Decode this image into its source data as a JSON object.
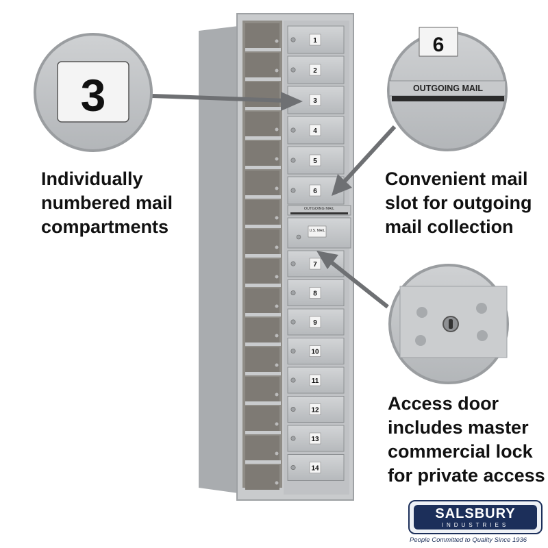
{
  "compartments": [
    "1",
    "2",
    "3",
    "4",
    "5",
    "6",
    "7",
    "8",
    "9",
    "10",
    "11",
    "12",
    "13",
    "14"
  ],
  "slot_label": "OUTGOING MAIL",
  "access_door_label": "U.S. MAIL",
  "callouts": {
    "numbered": {
      "zoom_label": "3",
      "caption": [
        "Individually",
        "numbered mail",
        "compartments"
      ]
    },
    "outgoing": {
      "zoom_number": "6",
      "zoom_label": "OUTGOING MAIL",
      "caption": [
        "Convenient mail",
        "slot for outgoing",
        "mail collection"
      ]
    },
    "access": {
      "caption": [
        "Access door",
        "includes master",
        "commercial lock",
        "for private access"
      ]
    }
  },
  "brand": {
    "name": "SALSBURY",
    "sub": "INDUSTRIES",
    "tagline": "People Committed to Quality Since 1936"
  },
  "colors": {
    "metal": "#c4c6c8",
    "metal_dark": "#9ea1a4",
    "arrow": "#6e7073",
    "brand_navy": "#1c2f5a"
  }
}
